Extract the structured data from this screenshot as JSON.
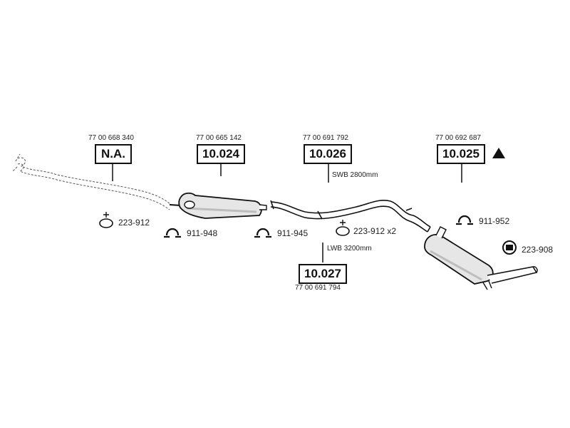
{
  "parts": [
    {
      "oem": "77 00 668 340",
      "code": "N.A."
    },
    {
      "oem": "77 00 665 142",
      "code": "10.024"
    },
    {
      "oem": "77 00 691 792",
      "code": "10.026"
    },
    {
      "oem": "77 00 692 687",
      "code": "10.025"
    },
    {
      "oem": "77 00 691 794",
      "code": "10.027"
    }
  ],
  "notes": {
    "swb": "SWB 2800mm",
    "lwb": "LWB 3200mm"
  },
  "accessories": [
    {
      "label": "223-912",
      "icon": "gasket-ring-icon"
    },
    {
      "label": "911-948",
      "icon": "clamp-icon"
    },
    {
      "label": "911-945",
      "icon": "clamp-icon"
    },
    {
      "label": "223-912 x2",
      "icon": "gasket-ring-icon"
    },
    {
      "label": "911-952",
      "icon": "clamp-icon"
    },
    {
      "label": "223-908",
      "icon": "rubber-mount-icon"
    }
  ],
  "colors": {
    "line": "#111111",
    "part_fill": "#e6e6e6",
    "part_shade": "#bdbdbd"
  }
}
